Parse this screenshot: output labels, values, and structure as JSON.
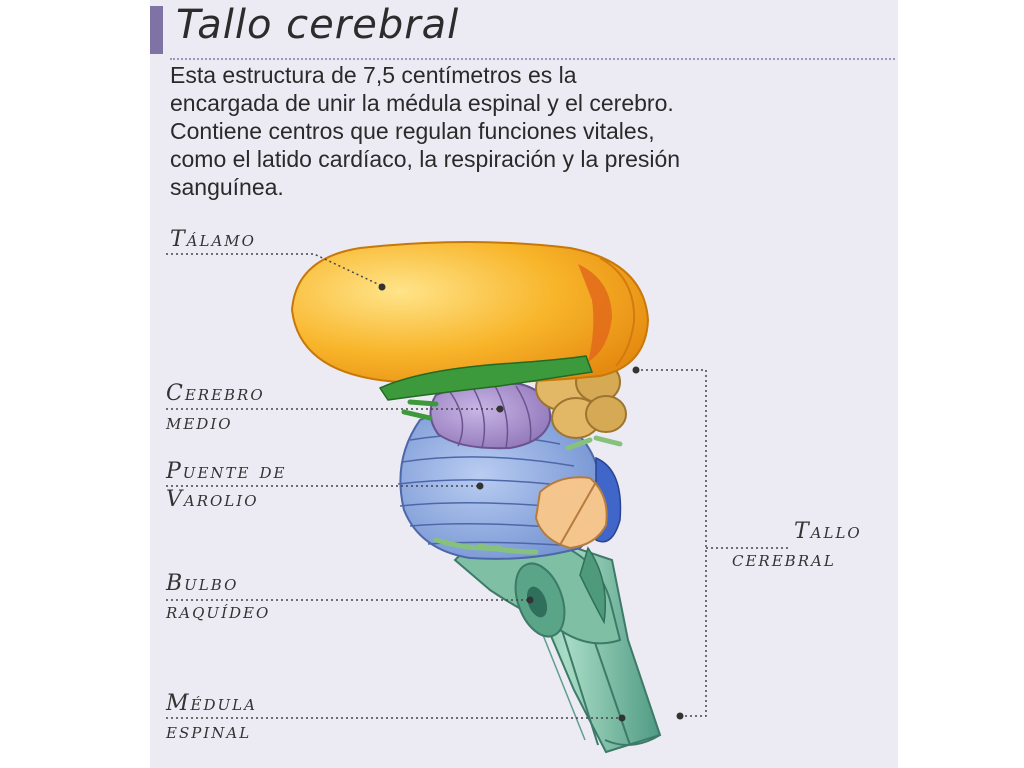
{
  "title": "Tallo cerebral",
  "description": [
    "Esta estructura de 7,5 centímetros es la",
    "encargada de unir la médula espinal y el cerebro.",
    "Contiene centros que regulan funciones vitales,",
    "como el latido cardíaco, la respiración y la presión",
    "sanguínea."
  ],
  "labels": {
    "talamo": "Tálamo",
    "cerebro_medio": [
      "Cerebro",
      "medio"
    ],
    "puente": [
      "Puente de",
      "Varolio"
    ],
    "bulbo": [
      "Bulbo",
      "raquídeo"
    ],
    "medula": [
      "Médula",
      "espinal"
    ],
    "tallo": [
      "Tallo",
      "cerebral"
    ]
  },
  "colors": {
    "panel": "#ecebf4",
    "accent": "#7f73a6",
    "thalamus": "#f6ab1e",
    "midbrain": "#a38bc8",
    "pons": "#8aa6dc",
    "medulla": "#7cbfa3",
    "green": "#3c9a3c"
  }
}
